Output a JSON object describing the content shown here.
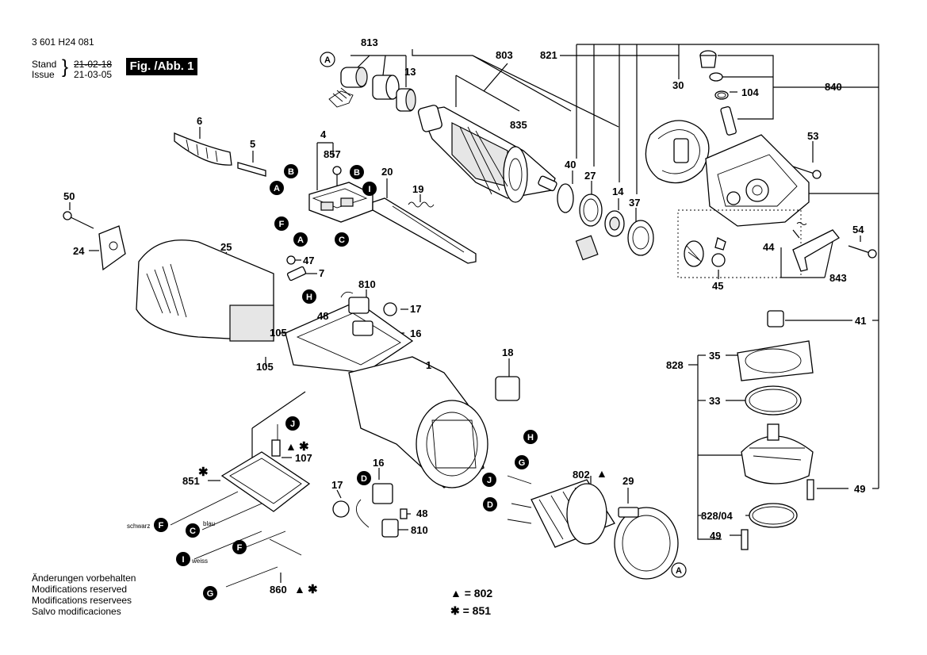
{
  "header": {
    "part_number": "3 601 H24 081",
    "stand_label": "Stand",
    "issue_label": "Issue",
    "stand_date_old": "21-02-18",
    "issue_date": "21-03-05",
    "figure_label": "Fig. /Abb. 1"
  },
  "footer": {
    "notes": [
      "Änderungen vorbehalten",
      "Modifications reserved",
      "Modifications reservees",
      "Salvo modificaciones"
    ]
  },
  "legend": {
    "triangle": "▲ = 802",
    "star": "✱ = 851"
  },
  "wire_colors": {
    "schwarz": "schwarz",
    "blau": "blau",
    "weiss": "weiss"
  },
  "labels": {
    "p813": "813",
    "p803": "803",
    "p821": "821",
    "p13": "13",
    "p835": "835",
    "p30": "30",
    "p104": "104",
    "p840": "840",
    "p53": "53",
    "p6": "6",
    "p5": "5",
    "p4": "4",
    "p857": "857",
    "p20": "20",
    "p19": "19",
    "p40": "40",
    "p27": "27",
    "p14": "14",
    "p37": "37",
    "p50": "50",
    "p24": "24",
    "p25": "25",
    "p47": "47",
    "p7": "7",
    "p44": "44",
    "p54": "54",
    "p843": "843",
    "p45": "45",
    "p810a": "810",
    "p17a": "17",
    "p48a": "48",
    "p16a": "16",
    "p105a": "105",
    "p105b": "105",
    "p1": "1",
    "p18": "18",
    "p41": "41",
    "p35": "35",
    "p828": "828",
    "p33": "33",
    "p107": "107",
    "p851": "851",
    "p16b": "16",
    "p17b": "17",
    "p48b": "48",
    "p810b": "810",
    "p802": "802",
    "p29": "29",
    "p49a": "49",
    "p828_04": "828/04",
    "p49b": "49",
    "p860": "860"
  },
  "callouts": {
    "A": "A",
    "B": "B",
    "C": "C",
    "D": "D",
    "F": "F",
    "G": "G",
    "H": "H",
    "I": "I",
    "J": "J"
  },
  "symbols": {
    "triangle": "▲",
    "star": "✱"
  }
}
